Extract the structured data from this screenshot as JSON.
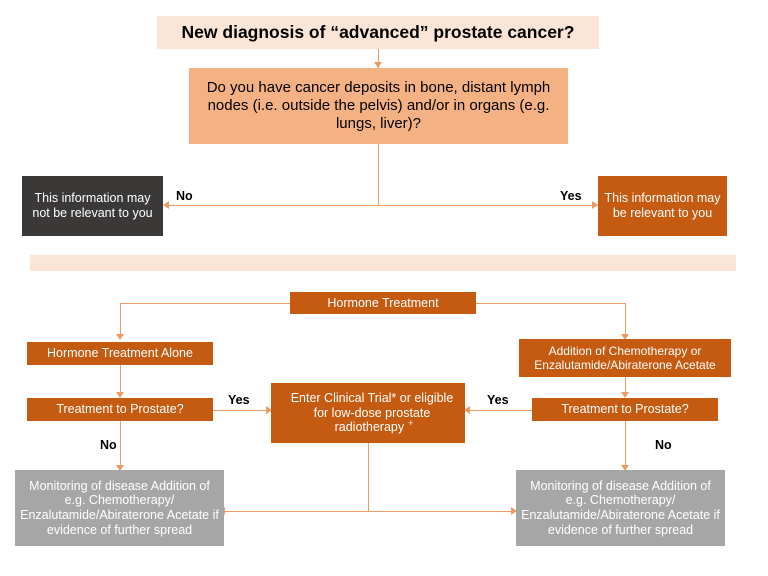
{
  "diagram": {
    "title": "New diagnosis of “advanced” prostate cancer?",
    "question": "Do you have cancer deposits in bone, distant lymph nodes (i.e. outside the pelvis) and/or in organs (e.g. lungs, liver)?",
    "not_relevant": "This information may not be relevant to you",
    "relevant": "This information may be relevant to you",
    "hormone_treatment": "Hormone Treatment",
    "hormone_alone": "Hormone Treatment Alone",
    "chemo_addition": "Addition of Chemotherapy or Enzalutamide/Abiraterone Acetate",
    "treatment_prostate_left": "Treatment to Prostate?",
    "treatment_prostate_right": "Treatment to Prostate?",
    "clinical_trial_line1": "Enter Clinical Trial* or eligible",
    "clinical_trial_line2": "for low-dose prostate",
    "clinical_trial_line3": "radiotherapy",
    "clinical_trial_sup": "+",
    "monitoring_left": "Monitoring of disease Addition of e.g. Chemotherapy/ Enzalutamide/Abiraterone Acetate if evidence of further spread",
    "monitoring_right": "Monitoring of disease Addition of e.g. Chemotherapy/ Enzalutamide/Abiraterone Acetate if evidence of further spread"
  },
  "edge_labels": {
    "no_top": "No",
    "yes_top": "Yes",
    "yes_left": "Yes",
    "yes_right": "Yes",
    "no_left": "No",
    "no_right": "No"
  },
  "colors": {
    "title_bg": "#FBE5D6",
    "question_bg": "#F4B183",
    "dark_bg": "#3B3838",
    "orange_bg": "#C55A11",
    "gray_bg": "#A6A6A6",
    "connector": "#ED9B62",
    "text_light": "#FFFFFF",
    "text_dark": "#000000"
  }
}
